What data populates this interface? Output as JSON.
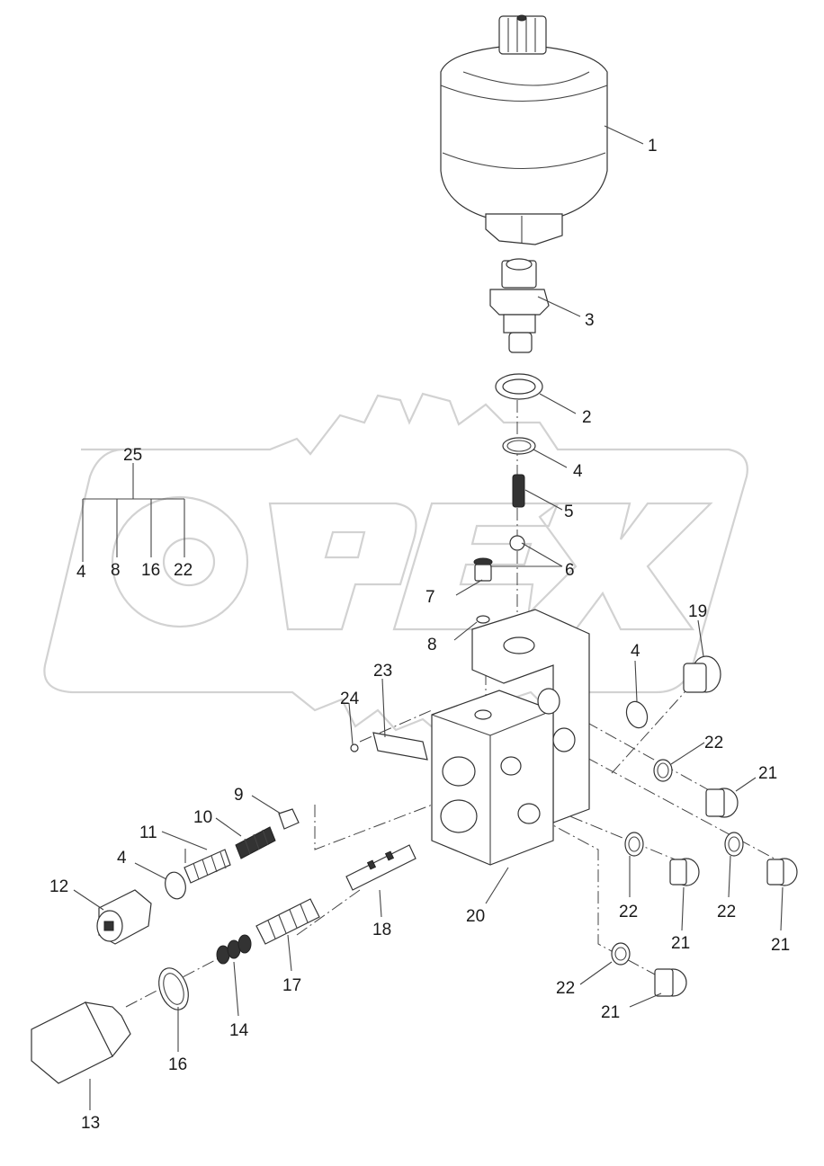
{
  "watermark": "OPEX",
  "callouts": {
    "c1": "1",
    "c2": "2",
    "c3": "3",
    "c4a": "4",
    "c5": "5",
    "c6": "6",
    "c7": "7",
    "c8a": "8",
    "c9": "9",
    "c10": "10",
    "c11": "11",
    "c12": "12",
    "c13": "13",
    "c14": "14",
    "c16a": "16",
    "c17": "17",
    "c18": "18",
    "c19": "19",
    "c20": "20",
    "c4b": "4",
    "c4c": "4",
    "c21a": "21",
    "c21b": "21",
    "c21c": "21",
    "c21d": "21",
    "c22a": "22",
    "c22b": "22",
    "c22c": "22",
    "c22d": "22",
    "c23": "23",
    "c24": "24",
    "c25": "25",
    "c4d": "4",
    "c8b": "8",
    "c16b": "16",
    "c22e": "22"
  }
}
